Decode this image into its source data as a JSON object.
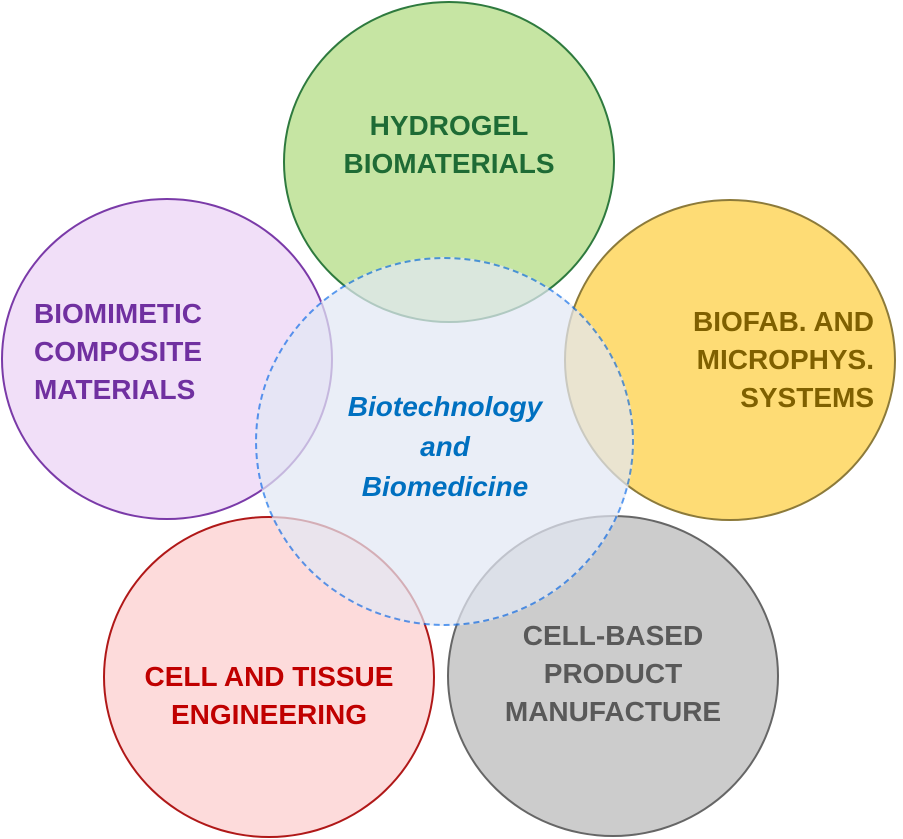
{
  "center": {
    "lines": [
      "Biotechnology",
      "and",
      "Biomedicine"
    ],
    "text_color": "#0070c0",
    "fill": "#e3e8f4",
    "stroke": "#1a73e8"
  },
  "nodes": {
    "hydrogel": {
      "lines": [
        "HYDROGEL",
        "BIOMATERIALS"
      ],
      "text_color": "#1e6b35",
      "fill": "#c6e5a3",
      "stroke": "#2e7a3e"
    },
    "biofab": {
      "lines": [
        "BIOFAB. AND",
        "MICROPHYS.",
        "SYSTEMS"
      ],
      "text_color": "#7f6000",
      "fill": "#fedc75",
      "stroke": "#8c7a3a"
    },
    "cell_based": {
      "lines": [
        "CELL-BASED",
        "PRODUCT",
        "MANUFACTURE"
      ],
      "text_color": "#595959",
      "fill": "#cccccc",
      "stroke": "#666666"
    },
    "cell_tissue": {
      "lines": [
        "CELL AND TISSUE",
        "ENGINEERING"
      ],
      "text_color": "#c00000",
      "fill": "#fddbdb",
      "stroke": "#b01818"
    },
    "biomimetic": {
      "lines": [
        "BIOMIMETIC",
        "COMPOSITE",
        "MATERIALS"
      ],
      "text_color": "#7030a0",
      "fill": "#f1dff8",
      "stroke": "#7a3aa8"
    }
  }
}
